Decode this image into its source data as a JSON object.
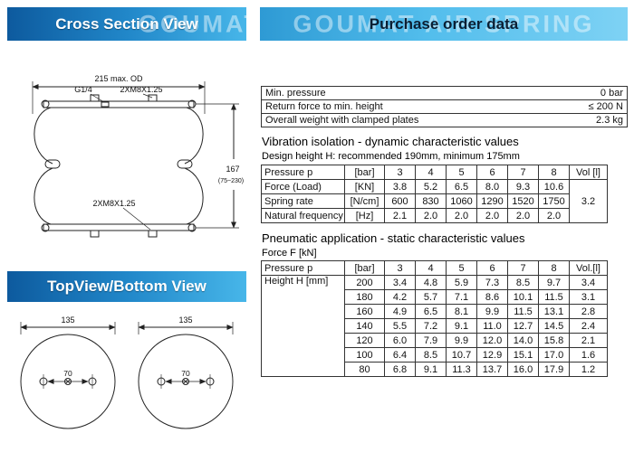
{
  "colors": {
    "ribbon_dark": "#0d5a9e",
    "ribbon_mid": "#2187c9",
    "ribbon_light": "#7ed2f4"
  },
  "watermark": {
    "left": "GOUMAT",
    "right": "GOUMAT AIR SPRING"
  },
  "sections": {
    "cross_section_title": "Cross Section View",
    "top_bottom_title": "TopView/Bottom View",
    "purchase_title": "Purchase order data"
  },
  "cross_section": {
    "od_dim": "215 max. OD",
    "port_label": "G1/4",
    "bolt_label_top": "2XM8X1.25",
    "bolt_label_bottom": "2XM8X1.25",
    "height_dim": "167",
    "height_range": "(75~230)"
  },
  "top_bottom": {
    "left_od": "135",
    "right_od": "135",
    "left_bolt_spacing": "70",
    "right_bolt_spacing": "70"
  },
  "purchase": {
    "rows": [
      {
        "label": "Min. pressure",
        "value": "0 bar"
      },
      {
        "label": "Return force to min. height",
        "value": "≤ 200 N"
      },
      {
        "label": "Overall weight with clamped plates",
        "value": "2.3 kg"
      }
    ]
  },
  "vibration": {
    "title": "Vibration isolation - dynamic characteristic values",
    "subtitle": "Design height H: recommended 190mm, minimum 175mm",
    "table": {
      "header": [
        "Pressure p",
        "[bar]",
        "3",
        "4",
        "5",
        "6",
        "7",
        "8",
        "Vol [l]"
      ],
      "rows": [
        {
          "label": "Force (Load)",
          "unit": "[KN]",
          "values": [
            "3.8",
            "5.2",
            "6.5",
            "8.0",
            "9.3",
            "10.6"
          ]
        },
        {
          "label": "Spring rate",
          "unit": "[N/cm]",
          "values": [
            "600",
            "830",
            "1060",
            "1290",
            "1520",
            "1750"
          ]
        },
        {
          "label": "Natural frequency",
          "unit": "[Hz]",
          "values": [
            "2.1",
            "2.0",
            "2.0",
            "2.0",
            "2.0",
            "2.0"
          ]
        }
      ],
      "vol_value": "3.2"
    }
  },
  "pneumatic": {
    "title": "Pneumatic application - static characteristic values",
    "subtitle": "Force F [kN]",
    "table": {
      "header": [
        "Pressure p",
        "[bar]",
        "3",
        "4",
        "5",
        "6",
        "7",
        "8",
        "Vol.[l]"
      ],
      "row_label": "Height H [mm]",
      "rows": [
        {
          "height": "200",
          "values": [
            "3.4",
            "4.8",
            "5.9",
            "7.3",
            "8.5",
            "9.7"
          ],
          "vol": "3.4"
        },
        {
          "height": "180",
          "values": [
            "4.2",
            "5.7",
            "7.1",
            "8.6",
            "10.1",
            "11.5"
          ],
          "vol": "3.1"
        },
        {
          "height": "160",
          "values": [
            "4.9",
            "6.5",
            "8.1",
            "9.9",
            "11.5",
            "13.1"
          ],
          "vol": "2.8"
        },
        {
          "height": "140",
          "values": [
            "5.5",
            "7.2",
            "9.1",
            "11.0",
            "12.7",
            "14.5"
          ],
          "vol": "2.4"
        },
        {
          "height": "120",
          "values": [
            "6.0",
            "7.9",
            "9.9",
            "12.0",
            "14.0",
            "15.8"
          ],
          "vol": "2.1"
        },
        {
          "height": "100",
          "values": [
            "6.4",
            "8.5",
            "10.7",
            "12.9",
            "15.1",
            "17.0"
          ],
          "vol": "1.6"
        },
        {
          "height": "80",
          "values": [
            "6.8",
            "9.1",
            "11.3",
            "13.7",
            "16.0",
            "17.9"
          ],
          "vol": "1.2"
        }
      ]
    }
  }
}
